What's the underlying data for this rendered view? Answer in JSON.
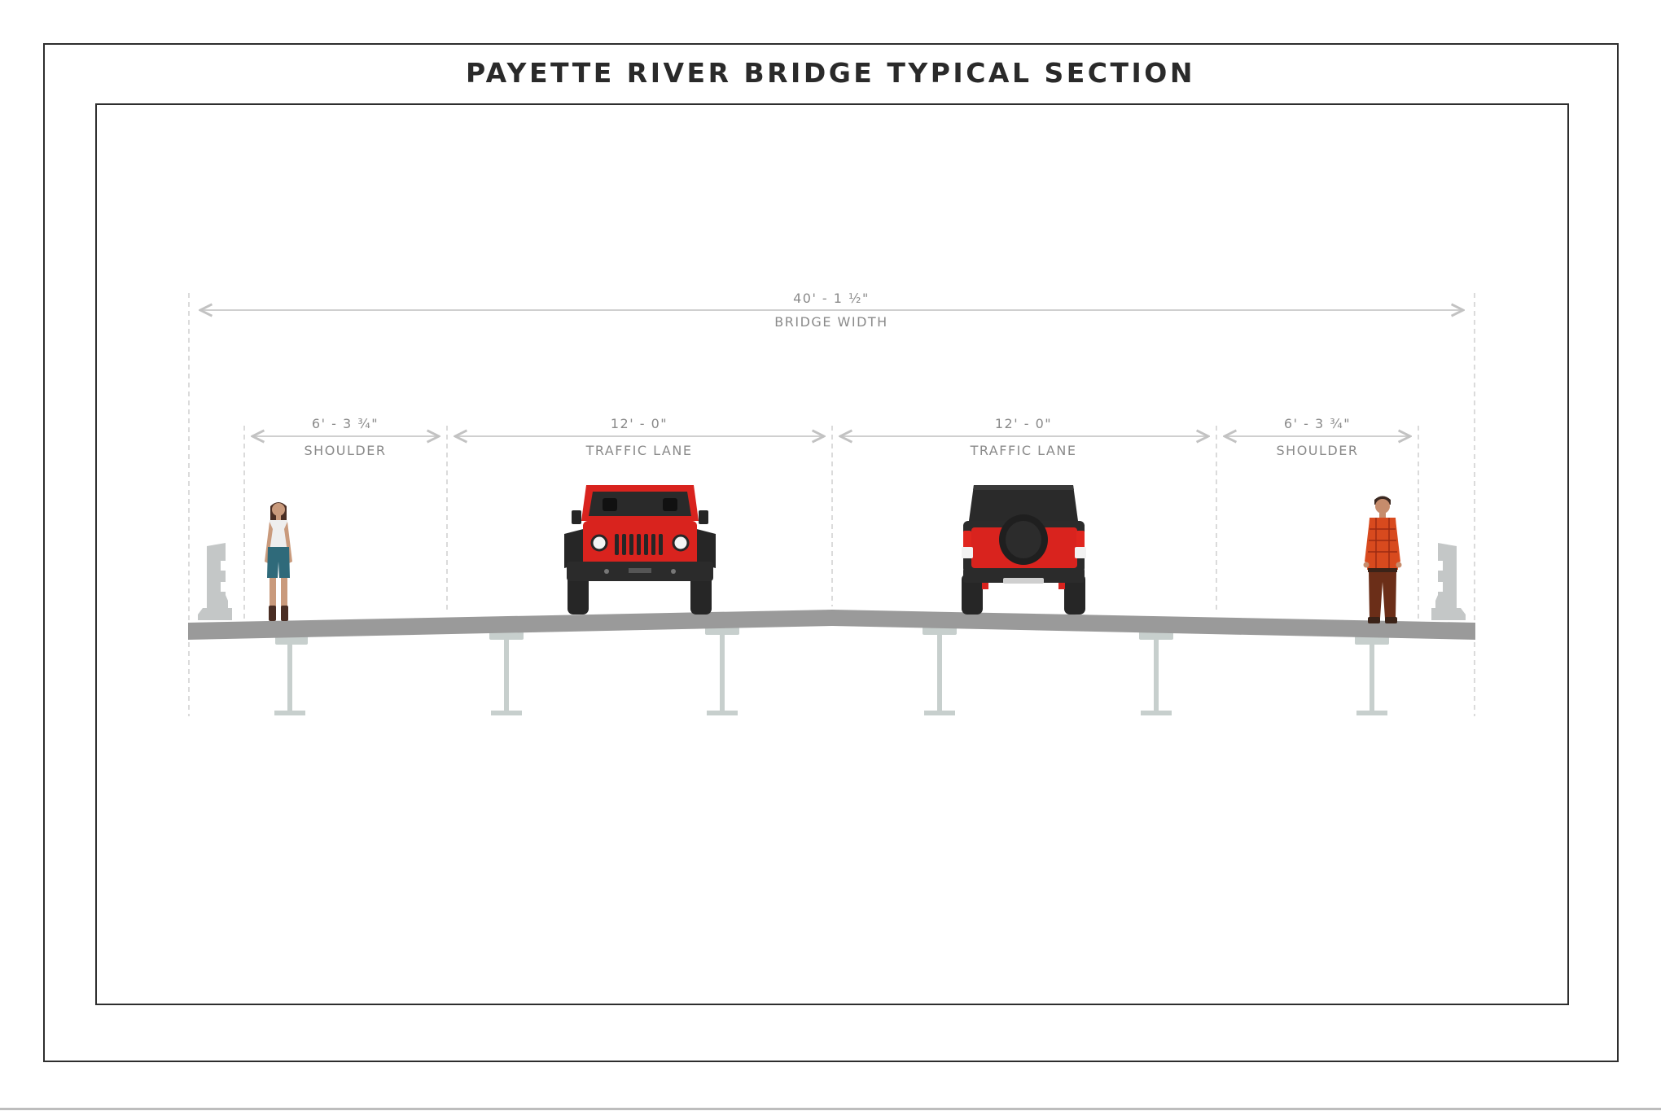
{
  "title": "PAYETTE RIVER BRIDGE TYPICAL SECTION",
  "overall_dimension": {
    "value": "40' - 1 ½\"",
    "label": "BRIDGE WIDTH"
  },
  "segments": [
    {
      "value": "6' - 3 ¾\"",
      "label": "SHOULDER"
    },
    {
      "value": "12' - 0\"",
      "label": "TRAFFIC LANE"
    },
    {
      "value": "12' - 0\"",
      "label": "TRAFFIC LANE"
    },
    {
      "value": "6' - 3 ¾\"",
      "label": "SHOULDER"
    }
  ],
  "figures": {
    "left_person_icon": "woman-pedestrian",
    "right_person_icon": "man-pedestrian",
    "left_vehicle_icon": "jeep-front",
    "right_vehicle_icon": "jeep-rear"
  },
  "colors": {
    "deck": "#9a9a9a",
    "girder": "#c7cfcd",
    "barrier": "#c4c7c7",
    "jeep_red": "#d9231e",
    "jeep_dark": "#262626",
    "dimension": "#c9c9c9",
    "dimension_text": "#8a8a8a",
    "frame": "#2e2e2e"
  }
}
